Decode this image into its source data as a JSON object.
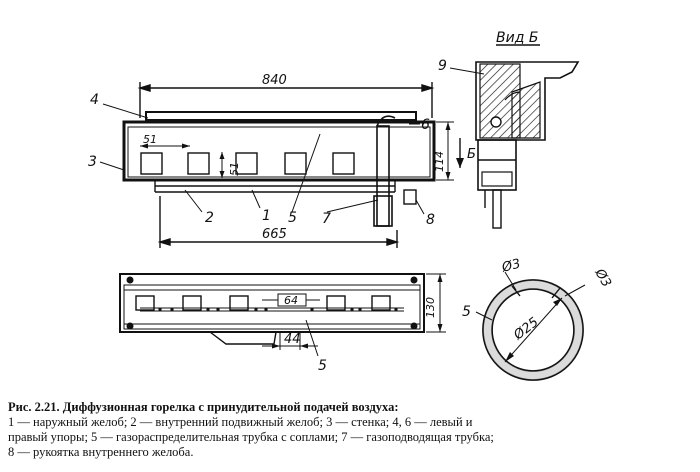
{
  "view_label": "Вид Б",
  "dimensions": {
    "overall_length": "840",
    "inner_length": "665",
    "window_width": "51",
    "window_height": "51",
    "body_height": "114",
    "bottom_height": "130",
    "nozzle_spacing": "64",
    "nozzle_pitch": "44",
    "hole_diameter_1": "Ø3",
    "hole_diameter_2": "Ø3",
    "tube_diameter": "Ø25"
  },
  "marker_b": "Б",
  "callouts": {
    "c1": "1",
    "c2": "2",
    "c3": "3",
    "c4": "4",
    "c5": "5",
    "c5b": "5",
    "c5c": "5",
    "c6": "6",
    "c7": "7",
    "c8": "8",
    "c9": "9"
  },
  "caption": {
    "title": "Рис. 2.21. Диффузионная горелка с принудительной подачей воздуха:",
    "line1": "1 — наружный желоб; 2 — внутренний подвижный желоб; 3 — стенка; 4, 6 — левый и",
    "line2": "правый упоры; 5 — газораспределительная трубка с соплами; 7 — газоподводящая трубка;",
    "line3": "8 — рукоятка внутреннего желоба."
  }
}
